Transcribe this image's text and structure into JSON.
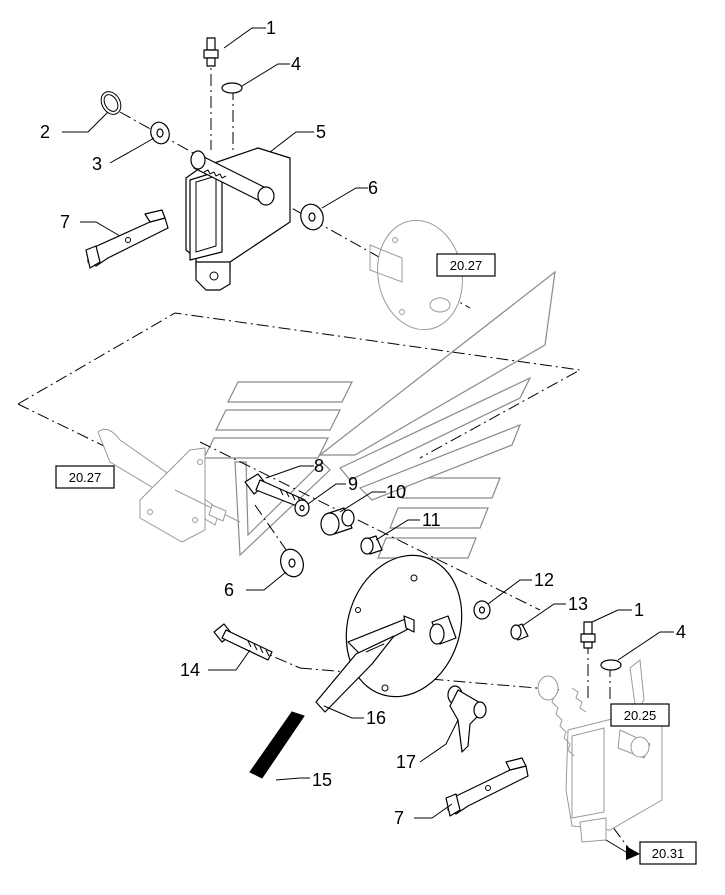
{
  "callouts": {
    "c1a": "1",
    "c2": "2",
    "c3": "3",
    "c4a": "4",
    "c5": "5",
    "c6a": "6",
    "c7a": "7",
    "c8": "8",
    "c9": "9",
    "c10": "10",
    "c11": "11",
    "c6b": "6",
    "c12": "12",
    "c13": "13",
    "c1b": "1",
    "c4b": "4",
    "c14": "14",
    "c16": "16",
    "c17": "17",
    "c15": "15",
    "c7b": "7"
  },
  "references": {
    "ref_top": "20.27",
    "ref_left": "20.27",
    "ref_right": "20.25",
    "ref_bottom": "20.31"
  }
}
